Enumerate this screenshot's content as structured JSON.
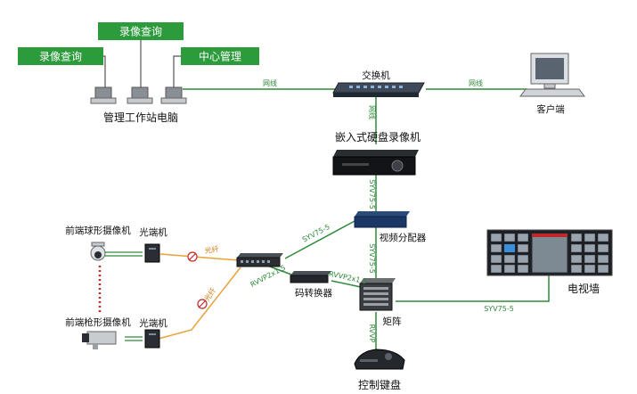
{
  "buttons": {
    "record_query_1": "录像查询",
    "record_query_2": "录像查询",
    "center_manage": "中心管理"
  },
  "labels": {
    "workstations": "管理工作站电脑",
    "switch": "交换机",
    "client": "客户端",
    "dvr": "嵌入式硬盘录像机",
    "video_distributor": "视频分配器",
    "tv_wall": "电视墙",
    "matrix": "矩阵",
    "code_converter": "码转换器",
    "control_keyboard": "控制键盘",
    "dome_camera": "前端球形摄像机",
    "gun_camera": "前端枪形摄像机",
    "optical_transceiver_top": "光端机",
    "optical_transceiver_bottom": "光端机"
  },
  "cables": {
    "network_left": "网线",
    "network_right": "网线",
    "network_vertical": "网线",
    "syv_dvr": "SYV75-5",
    "syv_distributor": "SYV75-5",
    "syv_rack": "SYV75-5",
    "rvvp_rack": "RVVP2x1.5",
    "rvvp_converter": "RVVP2x1.5",
    "syv_tvwall": "SYV75-5",
    "rvvp_keyboard": "RVVP",
    "fiber_top": "光纤",
    "fiber_bottom": "光纤"
  },
  "colors": {
    "button_green": "#2c9b3b",
    "network_line": "#2e8a3a",
    "fiber_line": "#e8a23a",
    "dotted_link": "#c0282a"
  }
}
